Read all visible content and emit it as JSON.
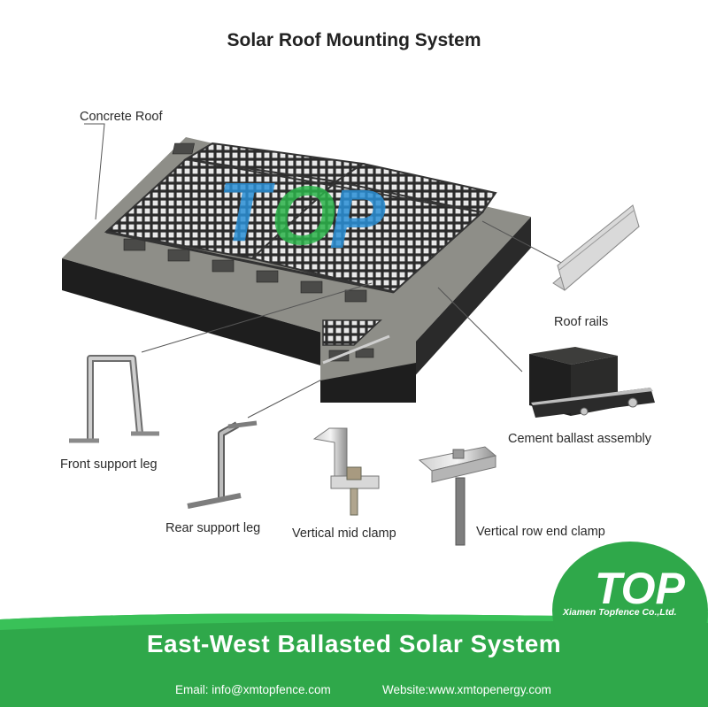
{
  "header": {
    "title": "Solar Roof Mounting System"
  },
  "labels": {
    "concrete_roof": "Concrete Roof",
    "roof_rails": "Roof rails",
    "cement_ballast": "Cement ballast assembly",
    "front_support_leg": "Front support leg",
    "rear_support_leg": "Rear support leg",
    "vertical_mid_clamp": "Vertical mid clamp",
    "vertical_row_end_clamp": "Vertical row end clamp"
  },
  "watermark": {
    "text": "TOP"
  },
  "logo": {
    "text": "TOP",
    "company": "Xiamen Topfence Co.,Ltd."
  },
  "footer": {
    "title": "East-West Ballasted Solar System",
    "email": "Email: info@xmtopfence.com",
    "website": "Website:www.xmtopenergy.com"
  },
  "colors": {
    "banner_green": "#2fa84a",
    "banner_light": "#39c158",
    "roof_gray": "#8e8e88",
    "roof_side": "#1e1e1e",
    "panel_frame": "#3a3a3a",
    "watermark_blue": "#2a8fd6",
    "watermark_green": "#2cb34a"
  }
}
